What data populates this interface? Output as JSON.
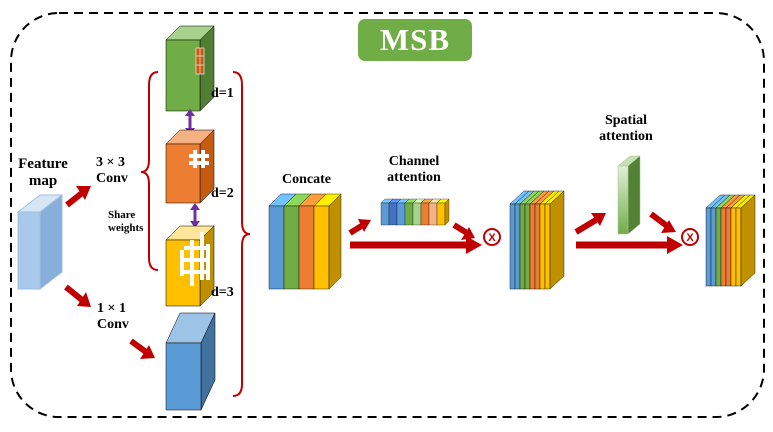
{
  "title": "MSB",
  "labels": {
    "feature_map": "Feature\nmap",
    "conv3": "3 × 3\nConv",
    "share_weights": "Share\nweights",
    "conv1": "1 × 1\nConv",
    "d1": "d=1",
    "d2": "d=2",
    "d3": "d=3",
    "concate": "Concate",
    "channel_attention": "Channel\nattention",
    "spatial_attention": "Spatial\nattention",
    "multiply_symbol": "X"
  },
  "colors": {
    "block_border": "#000000",
    "title_badge": "#71ad47",
    "arrow": "#c00000",
    "share_arrow": "#7030a0",
    "brace": "#c00000",
    "feature_map": "#a9c9ea",
    "green": "#70ad47",
    "orange": "#ed7d31",
    "yellow": "#ffc000",
    "blue": "#5b9bd5"
  },
  "stack_colors": [
    "#5b9bd5",
    "#70ad47",
    "#ed7d31",
    "#ffc000"
  ],
  "icons": [
    "multiply-circle-icon",
    "share-weights-arrow-icon"
  ]
}
